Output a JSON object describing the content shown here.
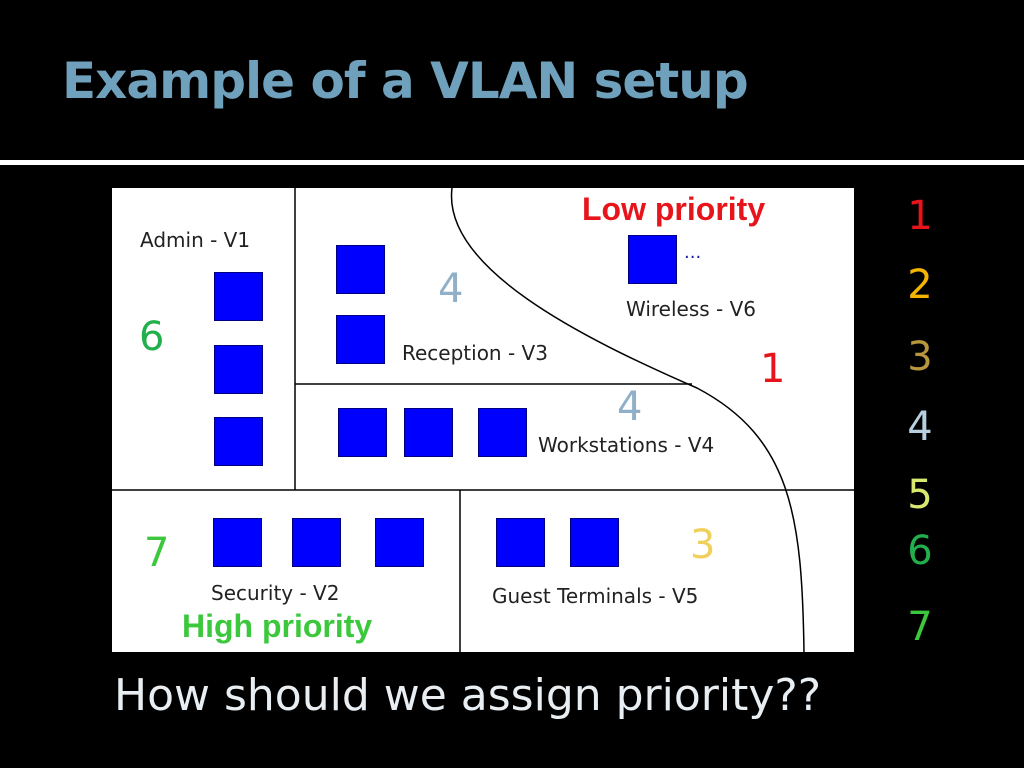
{
  "slide": {
    "title": "Example of a VLAN setup",
    "question": "How should we assign priority??"
  },
  "diagram": {
    "vlans": {
      "admin": "Admin - V1",
      "reception": "Reception - V3",
      "wireless": "Wireless - V6",
      "workstations": "Workstations - V4",
      "security": "Security - V2",
      "guest": "Guest Terminals - V5"
    },
    "wireless_more": "...",
    "annotations": {
      "low_priority": "Low priority",
      "high_priority": "High priority",
      "admin_priority": "6",
      "reception_priority": "4",
      "wireless_priority": "1",
      "workstations_priority": "4",
      "security_priority": "7",
      "guest_priority": "3"
    }
  },
  "priority_scale": [
    "1",
    "2",
    "3",
    "4",
    "5",
    "6",
    "7"
  ],
  "colors": {
    "background": "#000000",
    "title": "#6fa1bd",
    "computer": "#0000ff",
    "low_priority": "#e8141b",
    "high_priority": "#3cc83c",
    "scale": [
      "#e8141b",
      "#f4b400",
      "#b8963c",
      "#b8cfe0",
      "#d8e870",
      "#22b04c",
      "#3cc83c"
    ]
  }
}
